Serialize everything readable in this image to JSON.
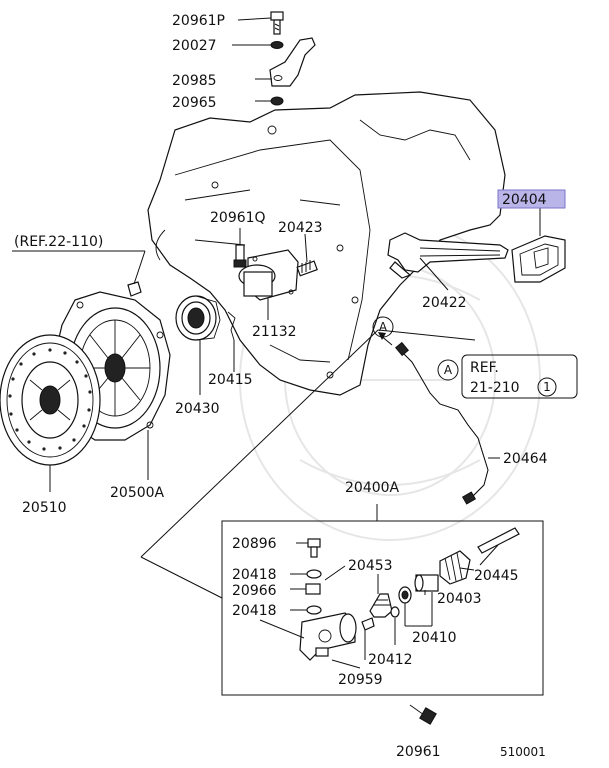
{
  "part_labels": [
    {
      "id": "p20961P",
      "text": "20961P"
    },
    {
      "id": "p20027",
      "text": "20027"
    },
    {
      "id": "p20985",
      "text": "20985"
    },
    {
      "id": "p20965",
      "text": "20965"
    },
    {
      "id": "p20404",
      "text": "20404",
      "highlighted": true,
      "highlight_color": "#b9b5e8"
    },
    {
      "id": "p20961Q",
      "text": "20961Q"
    },
    {
      "id": "p20423",
      "text": "20423"
    },
    {
      "id": "p20422",
      "text": "20422"
    },
    {
      "id": "p21132",
      "text": "21132"
    },
    {
      "id": "p20415",
      "text": "20415"
    },
    {
      "id": "p20430",
      "text": "20430"
    },
    {
      "id": "p20500A",
      "text": "20500A"
    },
    {
      "id": "p20510",
      "text": "20510"
    },
    {
      "id": "p20464",
      "text": "20464"
    },
    {
      "id": "p20400A",
      "text": "20400A"
    },
    {
      "id": "p20896",
      "text": "20896"
    },
    {
      "id": "p20418a",
      "text": "20418"
    },
    {
      "id": "p20966",
      "text": "20966"
    },
    {
      "id": "p20418b",
      "text": "20418"
    },
    {
      "id": "p20453",
      "text": "20453"
    },
    {
      "id": "p20445",
      "text": "20445"
    },
    {
      "id": "p20403",
      "text": "20403"
    },
    {
      "id": "p20410",
      "text": "20410"
    },
    {
      "id": "p20412",
      "text": "20412"
    },
    {
      "id": "p20959",
      "text": "20959"
    },
    {
      "id": "p20961",
      "text": "20961"
    }
  ],
  "references": {
    "ref_top": "(REF.22-110)",
    "ref_box_line1": "REF.",
    "ref_box_line2": "21-210",
    "ref_box_circle": "1",
    "callout_a": "A",
    "callout_a_box": "A"
  },
  "diagram_number": "510001"
}
